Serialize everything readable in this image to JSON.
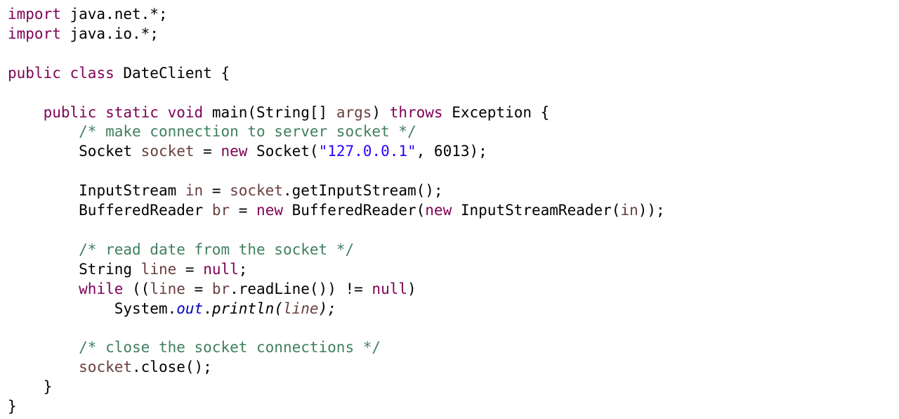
{
  "editor": {
    "language": "Java",
    "colors": {
      "keyword": "#7f0055",
      "comment": "#3f7f5f",
      "string": "#2a00ff",
      "variable": "#6a3e3e",
      "static_field": "#0000c0",
      "default": "#000000",
      "background": "#ffffff"
    },
    "lines": [
      {
        "indent": "",
        "tokens": [
          {
            "t": "import",
            "c": "kw"
          },
          {
            "t": " java.net.*;",
            "c": ""
          }
        ]
      },
      {
        "indent": "",
        "tokens": [
          {
            "t": "import",
            "c": "kw"
          },
          {
            "t": " java.io.*;",
            "c": ""
          }
        ]
      },
      {
        "indent": "",
        "tokens": []
      },
      {
        "indent": "",
        "tokens": [
          {
            "t": "public",
            "c": "kw"
          },
          {
            "t": " ",
            "c": ""
          },
          {
            "t": "class",
            "c": "kw"
          },
          {
            "t": " DateClient {",
            "c": ""
          }
        ]
      },
      {
        "indent": "",
        "tokens": []
      },
      {
        "indent": "    ",
        "tokens": [
          {
            "t": "public",
            "c": "kw"
          },
          {
            "t": " ",
            "c": ""
          },
          {
            "t": "static",
            "c": "kw"
          },
          {
            "t": " ",
            "c": ""
          },
          {
            "t": "void",
            "c": "kw"
          },
          {
            "t": " main(String[] ",
            "c": ""
          },
          {
            "t": "args",
            "c": "var"
          },
          {
            "t": ") ",
            "c": ""
          },
          {
            "t": "throws",
            "c": "kw"
          },
          {
            "t": " Exception {",
            "c": ""
          }
        ]
      },
      {
        "indent": "        ",
        "tokens": [
          {
            "t": "/* make connection to server socket */",
            "c": "cm"
          }
        ]
      },
      {
        "indent": "        ",
        "tokens": [
          {
            "t": "Socket ",
            "c": ""
          },
          {
            "t": "socket",
            "c": "var"
          },
          {
            "t": " = ",
            "c": ""
          },
          {
            "t": "new",
            "c": "kw"
          },
          {
            "t": " Socket(",
            "c": ""
          },
          {
            "t": "\"127.0.0.1\"",
            "c": "str"
          },
          {
            "t": ", 6013);",
            "c": ""
          }
        ]
      },
      {
        "indent": "",
        "tokens": []
      },
      {
        "indent": "        ",
        "tokens": [
          {
            "t": "InputStream ",
            "c": ""
          },
          {
            "t": "in",
            "c": "var"
          },
          {
            "t": " = ",
            "c": ""
          },
          {
            "t": "socket",
            "c": "var"
          },
          {
            "t": ".getInputStream();",
            "c": ""
          }
        ]
      },
      {
        "indent": "        ",
        "tokens": [
          {
            "t": "BufferedReader ",
            "c": ""
          },
          {
            "t": "br",
            "c": "var"
          },
          {
            "t": " = ",
            "c": ""
          },
          {
            "t": "new",
            "c": "kw"
          },
          {
            "t": " BufferedReader(",
            "c": ""
          },
          {
            "t": "new",
            "c": "kw"
          },
          {
            "t": " InputStreamReader(",
            "c": ""
          },
          {
            "t": "in",
            "c": "var"
          },
          {
            "t": "));",
            "c": ""
          }
        ]
      },
      {
        "indent": "",
        "tokens": []
      },
      {
        "indent": "        ",
        "tokens": [
          {
            "t": "/* read date from the socket */",
            "c": "cm"
          }
        ]
      },
      {
        "indent": "        ",
        "tokens": [
          {
            "t": "String ",
            "c": ""
          },
          {
            "t": "line",
            "c": "var"
          },
          {
            "t": " = ",
            "c": ""
          },
          {
            "t": "null",
            "c": "kw"
          },
          {
            "t": ";",
            "c": ""
          }
        ]
      },
      {
        "indent": "        ",
        "tokens": [
          {
            "t": "while",
            "c": "kw"
          },
          {
            "t": " ((",
            "c": ""
          },
          {
            "t": "line",
            "c": "var"
          },
          {
            "t": " = ",
            "c": ""
          },
          {
            "t": "br",
            "c": "var"
          },
          {
            "t": ".readLine()) != ",
            "c": ""
          },
          {
            "t": "null",
            "c": "kw"
          },
          {
            "t": ")",
            "c": ""
          }
        ]
      },
      {
        "indent": "            ",
        "tokens": [
          {
            "t": "System.",
            "c": ""
          },
          {
            "t": "out",
            "c": "fld"
          },
          {
            "t": ".",
            "c": ""
          },
          {
            "t": "println(",
            "c": "it"
          },
          {
            "t": "line",
            "c": "var it"
          },
          {
            "t": ");",
            "c": "it"
          }
        ]
      },
      {
        "indent": "",
        "tokens": []
      },
      {
        "indent": "        ",
        "tokens": [
          {
            "t": "/* close the socket connections */",
            "c": "cm"
          }
        ]
      },
      {
        "indent": "        ",
        "tokens": [
          {
            "t": "socket",
            "c": "var"
          },
          {
            "t": ".close();",
            "c": ""
          }
        ]
      },
      {
        "indent": "    ",
        "tokens": [
          {
            "t": "}",
            "c": ""
          }
        ]
      },
      {
        "indent": "",
        "tokens": [
          {
            "t": "}",
            "c": ""
          }
        ]
      }
    ]
  }
}
